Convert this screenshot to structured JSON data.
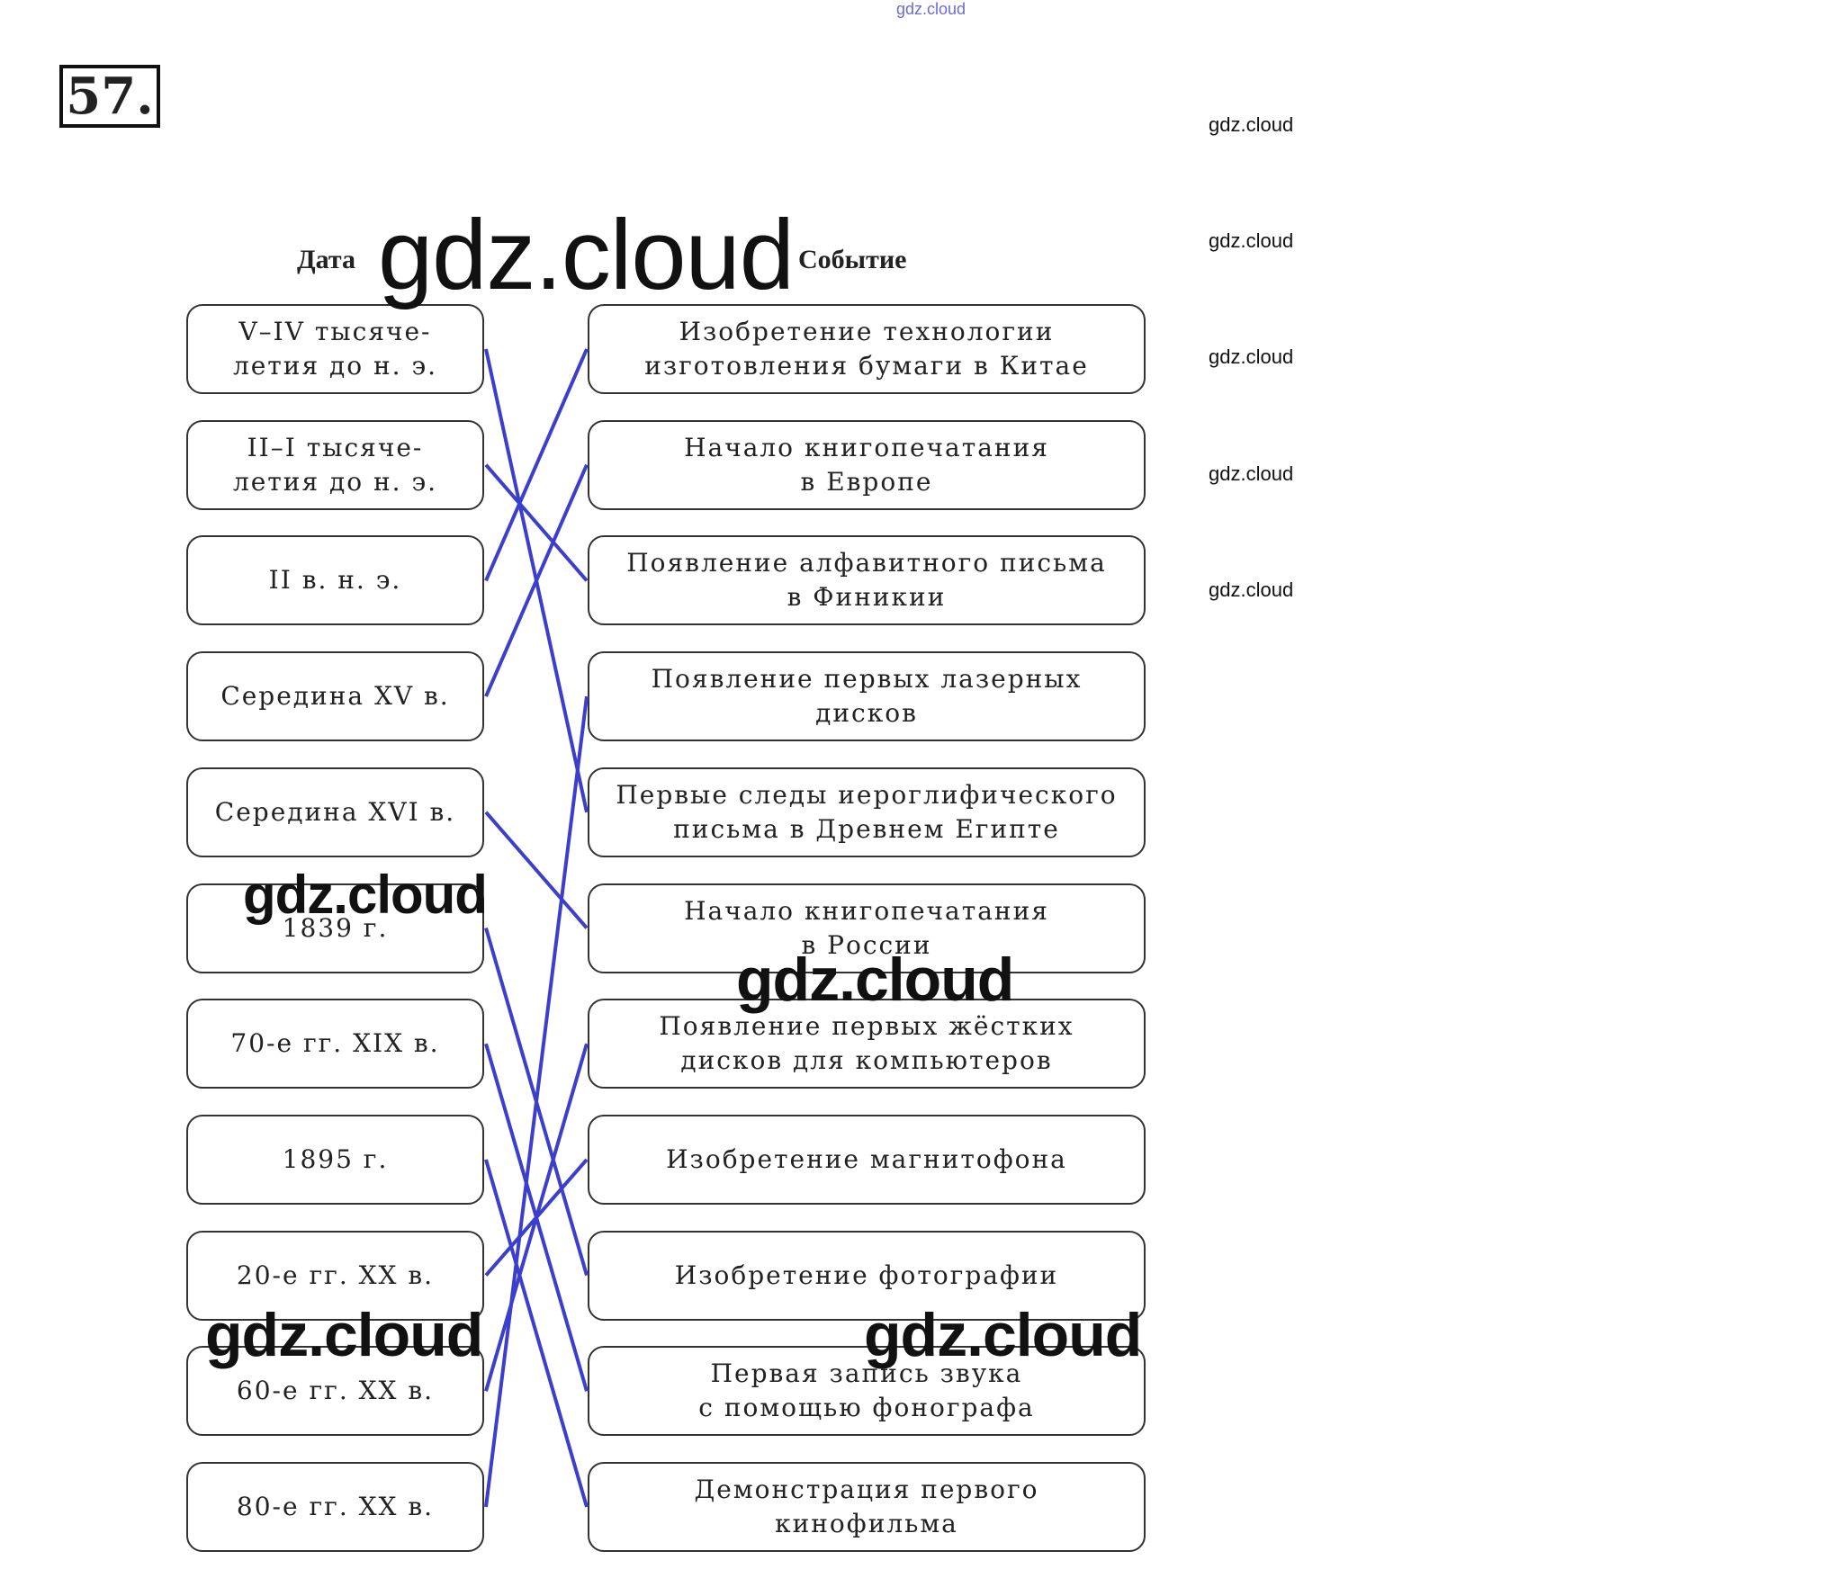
{
  "watermark_text": "gdz.cloud",
  "task_number": "57.",
  "headers": {
    "date": "Дата",
    "event": "Событие"
  },
  "dates": [
    "V–IV тысяче-\nлетия до н. э.",
    "II–I тысяче-\nлетия до н. э.",
    "II в. н. э.",
    "Середина XV в.",
    "Середина XVI в.",
    "1839 г.",
    "70-е гг. XIX в.",
    "1895 г.",
    "20-е гг. XX в.",
    "60-е гг. XX в.",
    "80-е гг. XX в."
  ],
  "events": [
    "Изобретение технологии\nизготовления бумаги в Китае",
    "Начало книгопечатания\nв Европе",
    "Появление алфавитного письма\nв Финикии",
    "Появление первых лазерных\nдисков",
    "Первые следы иероглифического\nписьма в Древнем Египте",
    "Начало книгопечатания\nв России",
    "Появление первых жёстких\nдисков для компьютеров",
    "Изобретение магнитофона",
    "Изобретение фотографии",
    "Первая запись звука\nс помощью фонографа",
    "Демонстрация первого\nкинофильма"
  ],
  "matches": [
    4,
    2,
    0,
    1,
    5,
    8,
    9,
    10,
    7,
    6,
    3
  ],
  "line_color": "#3b3fcc"
}
